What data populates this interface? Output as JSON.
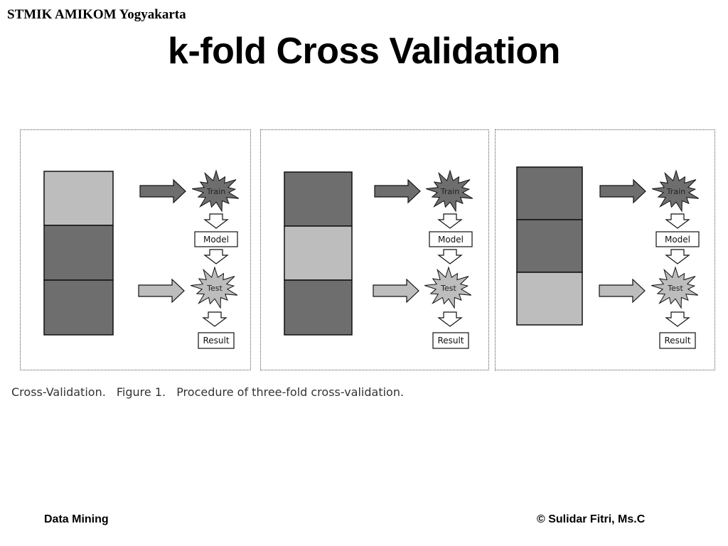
{
  "header": {
    "institution": "STMIK AMIKOM Yogyakarta",
    "title": "k-fold Cross Validation"
  },
  "figure": {
    "colors": {
      "dark": "#6e6e6e",
      "light": "#bdbdbd",
      "stroke": "#111111"
    },
    "labels": {
      "train": "Train",
      "model": "Model",
      "test": "Test",
      "result": "Result"
    },
    "panels": [
      {
        "folds": [
          "light",
          "dark",
          "dark"
        ],
        "test_fold": 1
      },
      {
        "folds": [
          "dark",
          "light",
          "dark"
        ],
        "test_fold": 2
      },
      {
        "folds": [
          "dark",
          "dark",
          "light"
        ],
        "test_fold": 3
      }
    ],
    "caption": {
      "part1": "Cross-Validation.",
      "part2": "Figure 1.",
      "part3": "Procedure of three-fold cross-validation."
    }
  },
  "footer": {
    "left": "Data Mining",
    "right": "© Sulidar Fitri, Ms.C"
  }
}
